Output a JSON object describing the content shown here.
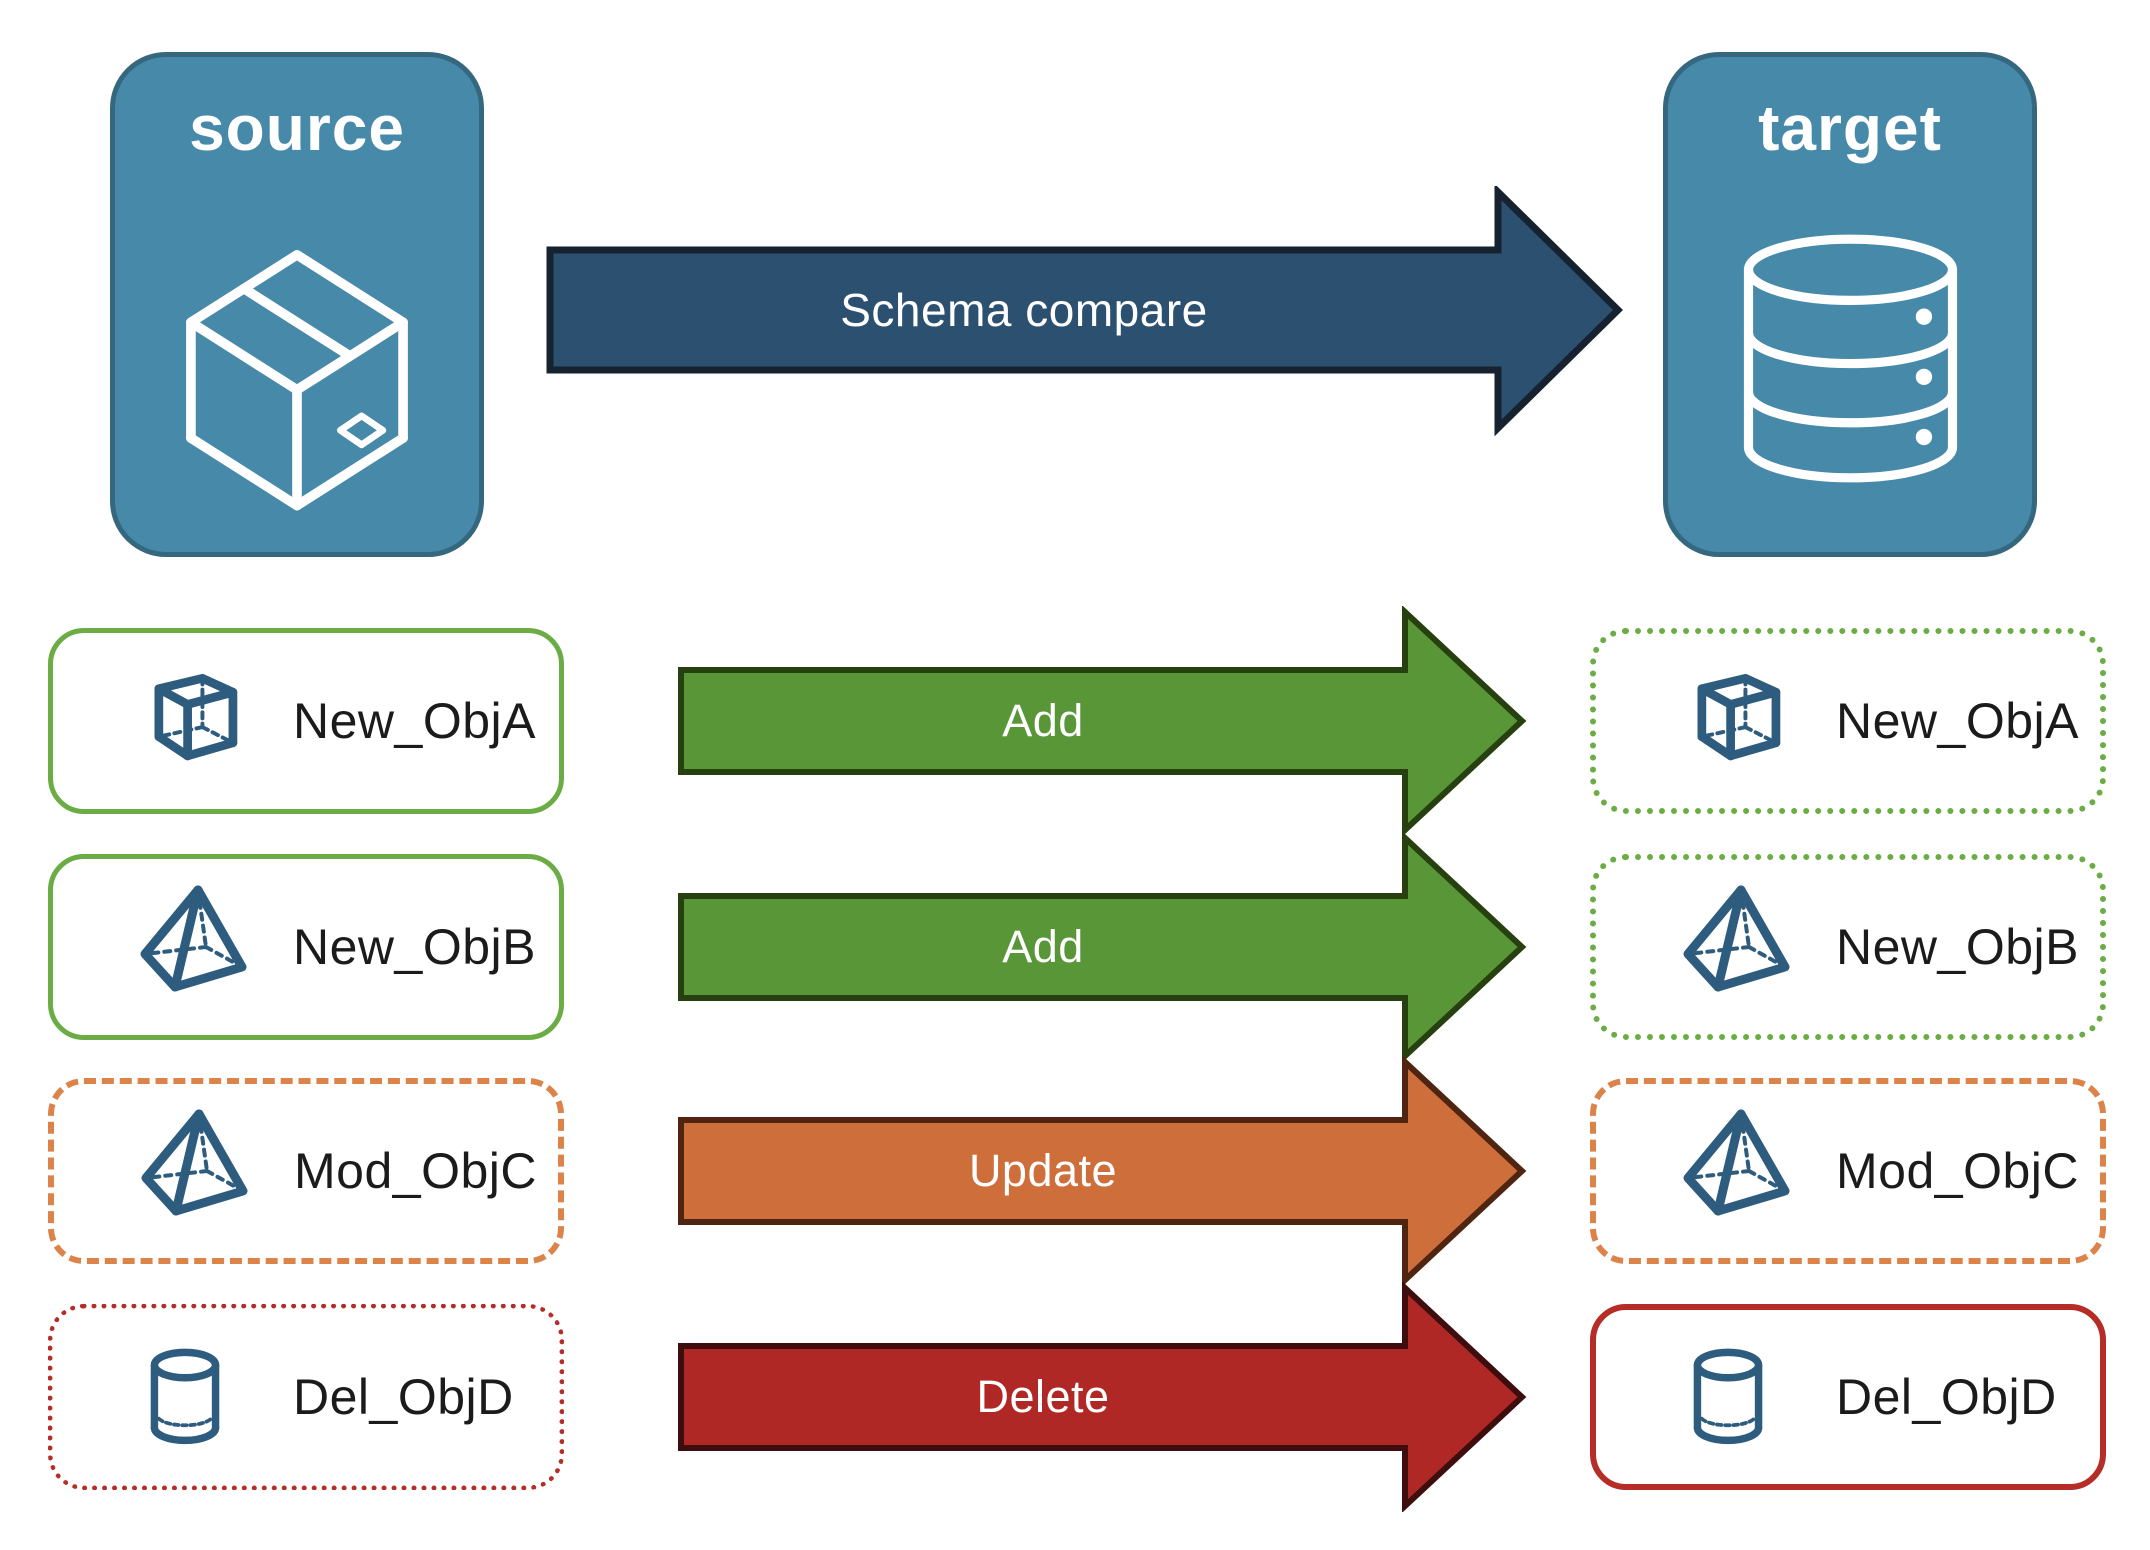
{
  "diagram": {
    "source": {
      "title": "source",
      "icon": "package-box-icon"
    },
    "target": {
      "title": "target",
      "icon": "database-icon"
    },
    "main_arrow": {
      "label": "Schema compare"
    }
  },
  "rows": [
    {
      "source_label": "New_ObjA",
      "target_label": "New_ObjA",
      "action_label": "Add",
      "icon": "cube-icon",
      "source_border": "solid-green",
      "target_border": "dotted-green",
      "arrow_color": "green"
    },
    {
      "source_label": "New_ObjB",
      "target_label": "New_ObjB",
      "action_label": "Add",
      "icon": "pyramid-icon",
      "source_border": "solid-green",
      "target_border": "dotted-green",
      "arrow_color": "green"
    },
    {
      "source_label": "Mod_ObjC",
      "target_label": "Mod_ObjC",
      "action_label": "Update",
      "icon": "pyramid-icon",
      "source_border": "dashed-orange",
      "target_border": "dashed-orange",
      "arrow_color": "orange"
    },
    {
      "source_label": "Del_ObjD",
      "target_label": "Del_ObjD",
      "action_label": "Delete",
      "icon": "cylinder-icon",
      "source_border": "dotted-red",
      "target_border": "solid-red",
      "arrow_color": "red"
    }
  ],
  "colors": {
    "panel_blue": "#4789A9",
    "panel_blue_border": "#35687F",
    "main_arrow_blue": "#2C5170",
    "main_arrow_border": "#16222F",
    "arrow_green": "#599637",
    "arrow_green_border": "#27400F",
    "arrow_orange": "#CE6F3B",
    "arrow_orange_border": "#4F2410",
    "arrow_red": "#B02826",
    "arrow_red_border": "#3D0E0D",
    "outline_green": "#6BAC44",
    "outline_orange": "#DC8349",
    "outline_red": "#B52D26",
    "icon_blue": "#2E5C7E"
  }
}
